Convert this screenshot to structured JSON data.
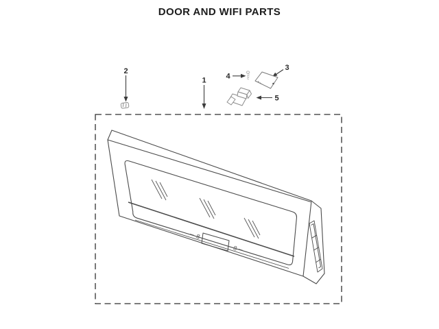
{
  "page": {
    "title": "DOOR AND WIFI PARTS"
  },
  "diagram": {
    "callouts": [
      {
        "number": "1"
      },
      {
        "number": "2"
      },
      {
        "number": "3"
      },
      {
        "number": "4"
      },
      {
        "number": "5"
      }
    ],
    "latch_glyph": "8",
    "colors": {
      "ink": "#3b3b3b",
      "small_part_line": "#8f8f8f",
      "faint_part_line": "#b5b5b5",
      "background": "#ffffff"
    }
  }
}
